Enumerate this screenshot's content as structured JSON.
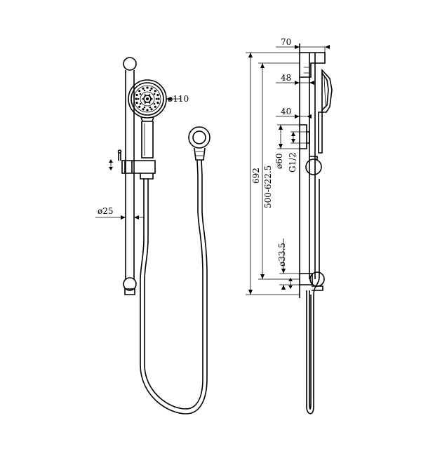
{
  "front_view": {
    "head_diameter": "ø110",
    "rail_diameter": "ø25"
  },
  "side_view": {
    "head_projection": "70",
    "bracket_top_projection": "48",
    "bracket_lower_projection": "40",
    "total_height": "692",
    "adjustable_range": "500-622.5",
    "outlet_diameter": "ø60",
    "outlet_thread": "G1/2",
    "bracket_diameter": "ø33.5"
  }
}
